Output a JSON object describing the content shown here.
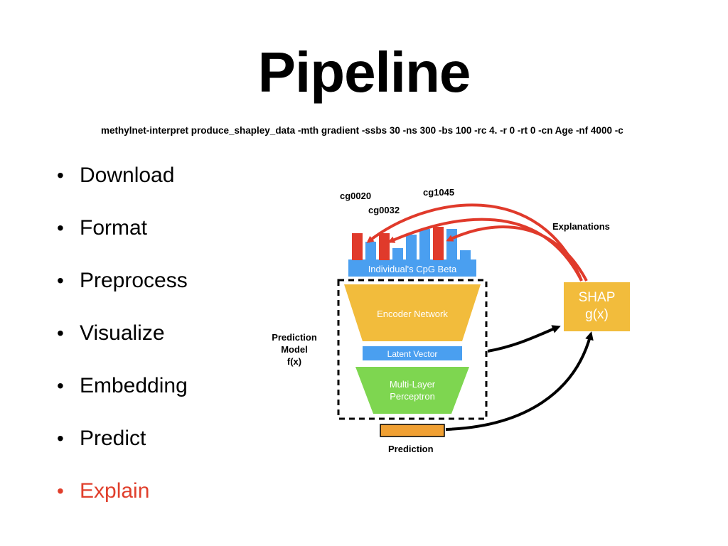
{
  "slide": {
    "title": "Pipeline",
    "command": "methylnet-interpret produce_shapley_data -mth gradient -ssbs 30 -ns 300 -bs 100 -rc 4. -r 0 -rt 0 -cn Age -nf 4000 -c"
  },
  "bullets": [
    {
      "label": "Download",
      "active": false
    },
    {
      "label": "Format",
      "active": false
    },
    {
      "label": "Preprocess",
      "active": false
    },
    {
      "label": "Visualize",
      "active": false
    },
    {
      "label": "Embedding",
      "active": false
    },
    {
      "label": "Predict",
      "active": false
    },
    {
      "label": "Explain",
      "active": true
    }
  ],
  "diagram": {
    "labels": {
      "cg0020": "cg0020",
      "cg0032": "cg0032",
      "cg1045": "cg1045",
      "explanations": "Explanations",
      "cpg_beta": "Individual's CpG Beta",
      "encoder": "Encoder Network",
      "latent": "Latent Vector",
      "mlp_line1": "Multi-Layer",
      "mlp_line2": "Perceptron",
      "model_line1": "Prediction",
      "model_line2": "Model",
      "model_line3": "f(x)",
      "shap_line1": "SHAP",
      "shap_line2": "g(x)",
      "prediction": "Prediction"
    },
    "colors": {
      "highlight_bar": "#e03a2b",
      "bar": "#4a9ff0",
      "encoder": "#f2bc3c",
      "mlp": "#7ed650",
      "shap": "#f2bc3c",
      "prediction": "#f0a033",
      "arrow_red": "#e03a2b",
      "arrow_black": "#000000"
    },
    "bars": [
      {
        "level": 0.58,
        "highlighted": true
      },
      {
        "level": 0.4,
        "highlighted": false
      },
      {
        "level": 0.58,
        "highlighted": true
      },
      {
        "level": 0.26,
        "highlighted": false
      },
      {
        "level": 0.55,
        "highlighted": false
      },
      {
        "level": 0.68,
        "highlighted": false
      },
      {
        "level": 0.72,
        "highlighted": true
      },
      {
        "level": 0.68,
        "highlighted": false
      },
      {
        "level": 0.22,
        "highlighted": false
      }
    ]
  }
}
